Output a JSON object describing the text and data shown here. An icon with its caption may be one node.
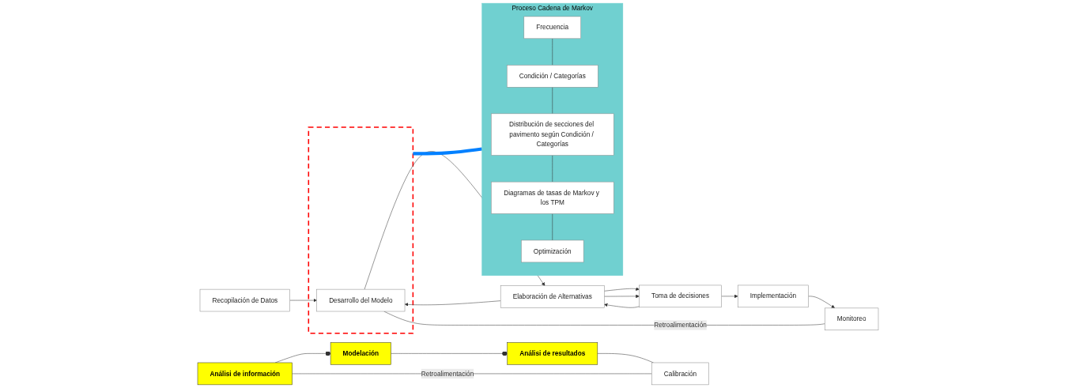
{
  "diagram": {
    "nodes": [
      {
        "text": [
          "Recopilación de Datos"
        ]
      },
      {
        "text": [],
        "shape": "box"
      },
      {
        "text": [
          "Desarrollo del Modelo"
        ],
        "in": 1
      },
      {
        "text": [
          "Elaboración de Alternativas"
        ]
      },
      {
        "text": [
          "Toma de decisiones"
        ]
      },
      {
        "text": [
          "Implementación"
        ]
      },
      {
        "text": [
          "Monitoreo"
        ]
      },
      {
        "text": [
          "Análisi de información"
        ]
      },
      {
        "text": [
          "Modelación"
        ]
      },
      {
        "text": [
          "Análisi de resultados"
        ]
      },
      {
        "text": [
          "Calibración"
        ]
      },
      {
        "text": [
          "Proceso Cadena de Markov"
        ]
      },
      {
        "text": [
          "Frecuencia"
        ],
        "in": 11
      },
      {
        "text": [
          "Condición / Categorías"
        ],
        "in": 11
      },
      {
        "text": [
          "Distribución de secciones del pavimento según Condición / Categorías"
        ],
        "in": 11
      },
      {
        "text": [
          "Diagramas de tasas de Markov y los TPM"
        ],
        "in": 11
      },
      {
        "text": [
          "Optimización"
        ],
        "in": 11
      }
    ],
    "edges": [
      {
        "from": 0,
        "to": 2,
        "arrow": "to"
      },
      {
        "from": 2,
        "to": 3,
        "arrow": "to"
      },
      {
        "from": 3,
        "to": 2,
        "arrow": "to"
      },
      {
        "from": 3,
        "to": 4,
        "arrow": "to"
      },
      {
        "from": 4,
        "to": 3,
        "arrow": "to"
      },
      {
        "from": 3,
        "to": 4,
        "arrow": "to"
      },
      {
        "from": 4,
        "to": 5,
        "arrow": "to"
      },
      {
        "from": 5,
        "to": 6,
        "arrow": "to"
      },
      {
        "from": 6,
        "to": 2,
        "label": "Retroalimentación",
        "arrow": "none"
      },
      {
        "from": 1,
        "to": 11,
        "arrow": "none",
        "style": "thick",
        "color": "#0080ff"
      },
      {
        "from": 7,
        "to": 8,
        "arrow": "other"
      },
      {
        "from": 8,
        "to": 9,
        "arrow": "other"
      },
      {
        "from": 9,
        "to": 10,
        "arrow": "none"
      },
      {
        "from": 10,
        "to": 7,
        "label": "Retroalimentación",
        "arrow": "none"
      },
      {
        "from": 12,
        "to": 13,
        "arrow": "none"
      },
      {
        "from": 13,
        "to": 14,
        "arrow": "none"
      },
      {
        "from": 14,
        "to": 15,
        "arrow": "none"
      },
      {
        "from": 15,
        "to": 16,
        "arrow": "none"
      }
    ]
  }
}
